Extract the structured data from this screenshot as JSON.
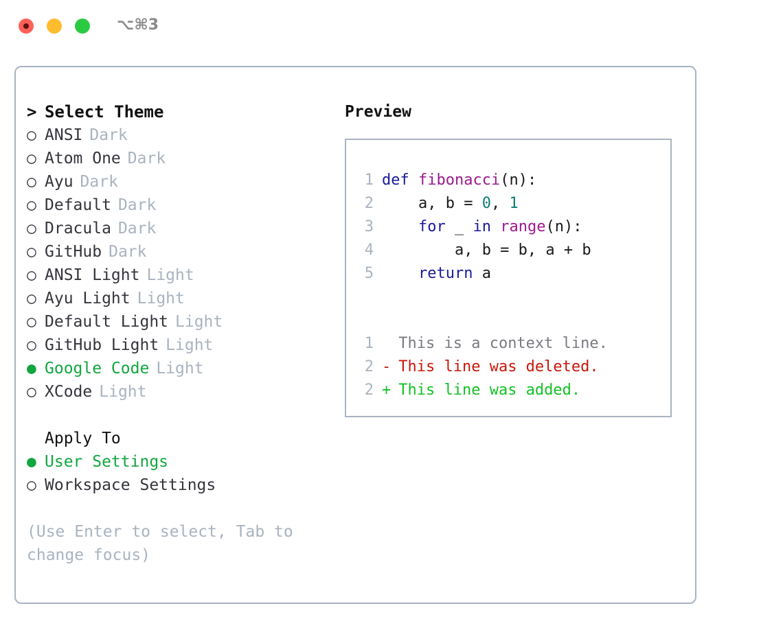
{
  "window": {
    "traffic_lights": [
      "close-red",
      "minimize-yellow",
      "zoom-green"
    ],
    "shortcut": "⌥⌘3",
    "colors": {
      "red": "#ff6058",
      "yellow": "#ffbd2e",
      "green": "#2acb42",
      "border": "#a9b3c0",
      "accent_green": "#12a63f"
    }
  },
  "theme_picker": {
    "header_marker": ">",
    "header": "Select Theme",
    "marker_unselected": "○",
    "marker_selected": "●",
    "items": [
      {
        "name": "ANSI",
        "badge": "Dark",
        "selected": false
      },
      {
        "name": "Atom One",
        "badge": "Dark",
        "selected": false
      },
      {
        "name": "Ayu",
        "badge": "Dark",
        "selected": false
      },
      {
        "name": "Default",
        "badge": "Dark",
        "selected": false
      },
      {
        "name": "Dracula",
        "badge": "Dark",
        "selected": false
      },
      {
        "name": "GitHub",
        "badge": "Dark",
        "selected": false
      },
      {
        "name": "ANSI Light",
        "badge": "Light",
        "selected": false
      },
      {
        "name": "Ayu Light",
        "badge": "Light",
        "selected": false
      },
      {
        "name": "Default Light",
        "badge": "Light",
        "selected": false
      },
      {
        "name": "GitHub Light",
        "badge": "Light",
        "selected": false
      },
      {
        "name": "Google Code",
        "badge": "Light",
        "selected": true
      },
      {
        "name": "XCode",
        "badge": "Light",
        "selected": false
      }
    ]
  },
  "apply_to": {
    "title": "Apply To",
    "items": [
      {
        "name": "User Settings",
        "selected": true
      },
      {
        "name": "Workspace Settings",
        "selected": false
      }
    ]
  },
  "hint": "(Use Enter to select, Tab to change focus)",
  "preview": {
    "title": "Preview",
    "code": [
      {
        "lineno": "1",
        "tokens": [
          {
            "text": "def ",
            "type": "kw"
          },
          {
            "text": "fibonacci",
            "type": "fn"
          },
          {
            "text": "(n):",
            "type": "plain"
          }
        ]
      },
      {
        "lineno": "2",
        "tokens": [
          {
            "text": "    a, b = ",
            "type": "plain"
          },
          {
            "text": "0",
            "type": "num"
          },
          {
            "text": ", ",
            "type": "plain"
          },
          {
            "text": "1",
            "type": "num"
          }
        ]
      },
      {
        "lineno": "3",
        "tokens": [
          {
            "text": "    ",
            "type": "plain"
          },
          {
            "text": "for",
            "type": "kw"
          },
          {
            "text": " _ ",
            "type": "plain"
          },
          {
            "text": "in",
            "type": "kw"
          },
          {
            "text": " ",
            "type": "plain"
          },
          {
            "text": "range",
            "type": "fn"
          },
          {
            "text": "(n):",
            "type": "plain"
          }
        ]
      },
      {
        "lineno": "4",
        "tokens": [
          {
            "text": "        a, b = b, a + b",
            "type": "plain"
          }
        ]
      },
      {
        "lineno": "5",
        "tokens": [
          {
            "text": "    ",
            "type": "plain"
          },
          {
            "text": "return",
            "type": "kw"
          },
          {
            "text": " a",
            "type": "plain"
          }
        ]
      }
    ],
    "diff": [
      {
        "lineno": "1",
        "sign": " ",
        "text": "This is a context line.",
        "type": "ctx"
      },
      {
        "lineno": "2",
        "sign": "-",
        "text": "This line was deleted.",
        "type": "del"
      },
      {
        "lineno": "2",
        "sign": "+",
        "text": "This line was added.",
        "type": "add"
      }
    ]
  }
}
